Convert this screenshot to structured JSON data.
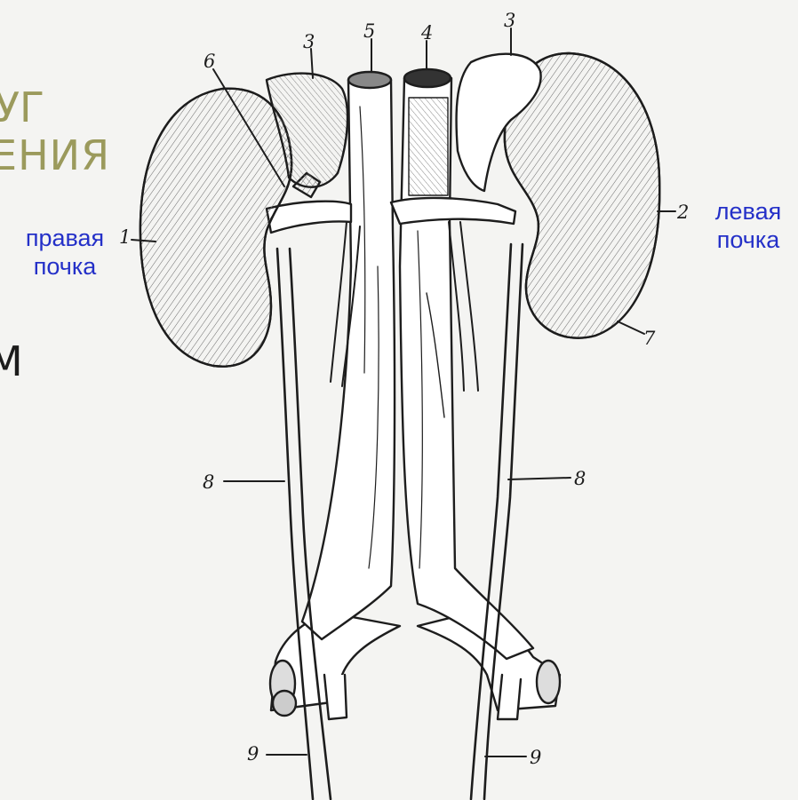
{
  "background_fragments": {
    "top": "УГ",
    "middle": "ЕНИЯ",
    "lower": "М"
  },
  "captions": {
    "right_kidney": [
      "правая",
      "почка"
    ],
    "left_kidney": [
      "левая",
      "почка"
    ]
  },
  "numbers": {
    "n1": "1",
    "n2": "2",
    "n3_left": "3",
    "n3_right": "3",
    "n4": "4",
    "n5": "5",
    "n6": "6",
    "n7": "7",
    "n8_left": "8",
    "n8_right": "8",
    "n9_left": "9",
    "n9_right": "9"
  },
  "colors": {
    "ink": "#1d1d1d",
    "caption_blue": "#2430c8",
    "faded_heading": "#9b9a5c",
    "paper": "#f4f4f2"
  }
}
